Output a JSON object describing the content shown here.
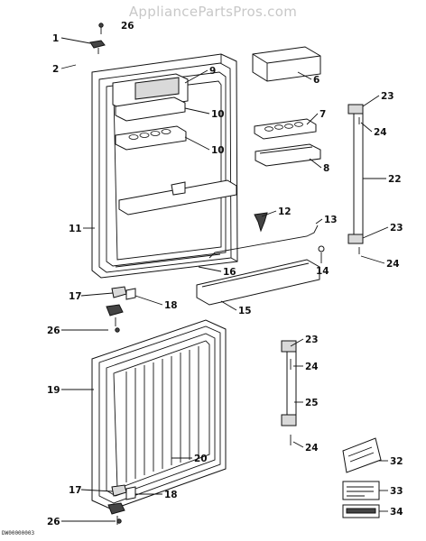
{
  "watermark": "AppliancePartsPros.com",
  "footer_code": "DW00000003",
  "parts": [
    {
      "id": "p1",
      "label": "1"
    },
    {
      "id": "p26a",
      "label": "26"
    },
    {
      "id": "p2",
      "label": "2"
    },
    {
      "id": "p9",
      "label": "9"
    },
    {
      "id": "p6",
      "label": "6"
    },
    {
      "id": "p10a",
      "label": "10"
    },
    {
      "id": "p7",
      "label": "7"
    },
    {
      "id": "p23a",
      "label": "23"
    },
    {
      "id": "p24a",
      "label": "24"
    },
    {
      "id": "p10b",
      "label": "10"
    },
    {
      "id": "p8",
      "label": "8"
    },
    {
      "id": "p22",
      "label": "22"
    },
    {
      "id": "p11",
      "label": "11"
    },
    {
      "id": "p12",
      "label": "12"
    },
    {
      "id": "p13",
      "label": "13"
    },
    {
      "id": "p23b",
      "label": "23"
    },
    {
      "id": "p14",
      "label": "14"
    },
    {
      "id": "p16",
      "label": "16"
    },
    {
      "id": "p24b",
      "label": "24"
    },
    {
      "id": "p17a",
      "label": "17"
    },
    {
      "id": "p18a",
      "label": "18"
    },
    {
      "id": "p15",
      "label": "15"
    },
    {
      "id": "p26b",
      "label": "26"
    },
    {
      "id": "p23c",
      "label": "23"
    },
    {
      "id": "p24c",
      "label": "24"
    },
    {
      "id": "p19",
      "label": "19"
    },
    {
      "id": "p25",
      "label": "25"
    },
    {
      "id": "p24d",
      "label": "24"
    },
    {
      "id": "p20",
      "label": "20"
    },
    {
      "id": "p32",
      "label": "32"
    },
    {
      "id": "p17b",
      "label": "17"
    },
    {
      "id": "p33",
      "label": "33"
    },
    {
      "id": "p18b",
      "label": "18"
    },
    {
      "id": "p34",
      "label": "34"
    },
    {
      "id": "p26c",
      "label": "26"
    }
  ]
}
